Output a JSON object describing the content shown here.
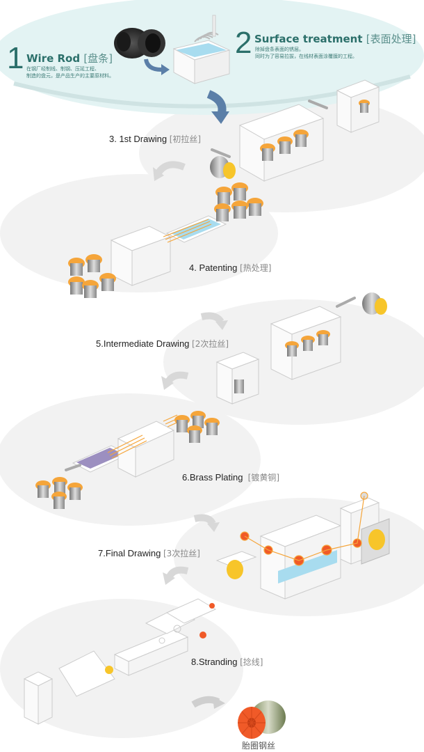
{
  "steps": [
    {
      "number": "1",
      "title": "Wire Rod",
      "title_cn": "[盘条]",
      "desc": [
        "在钢厂经制线、制钢、压延工程、",
        "制造的盘元，是产品生产的主要原材料。"
      ]
    },
    {
      "number": "2",
      "title": "Surface treatment",
      "title_cn": "[表面处理]",
      "desc": [
        "除掉盘条表面的锈层。",
        "同时为了容易拉拔，在线材表面涂覆膜的工程。"
      ]
    },
    {
      "label": "3. 1st Drawing",
      "label_cn": "[初拉丝]"
    },
    {
      "label": "4. Patenting",
      "label_cn": "[热处理]"
    },
    {
      "label": "5.Intermediate Drawing",
      "label_cn": "[2次拉丝]"
    },
    {
      "label": "6.Brass Plating",
      "label_cn": "[镀黄铜]"
    },
    {
      "label": "7.Final Drawing",
      "label_cn": "[3次拉丝]"
    },
    {
      "label": "8.Stranding",
      "label_cn": "[捻线]"
    }
  ],
  "final_product": {
    "label": "胎圈钢丝"
  },
  "colors": {
    "teal_text": "#2b6f6a",
    "top_ellipse": "#e3f3f3",
    "gray_ellipse": "#f2f2f2",
    "orange": "#f5a53a",
    "blue_water": "#a8dcef",
    "blue_arrow": "#5b7fa8",
    "gray_arrow": "#c8c8c8",
    "purple_bath": "#9c8fc0",
    "reel_red": "#f05a28"
  }
}
